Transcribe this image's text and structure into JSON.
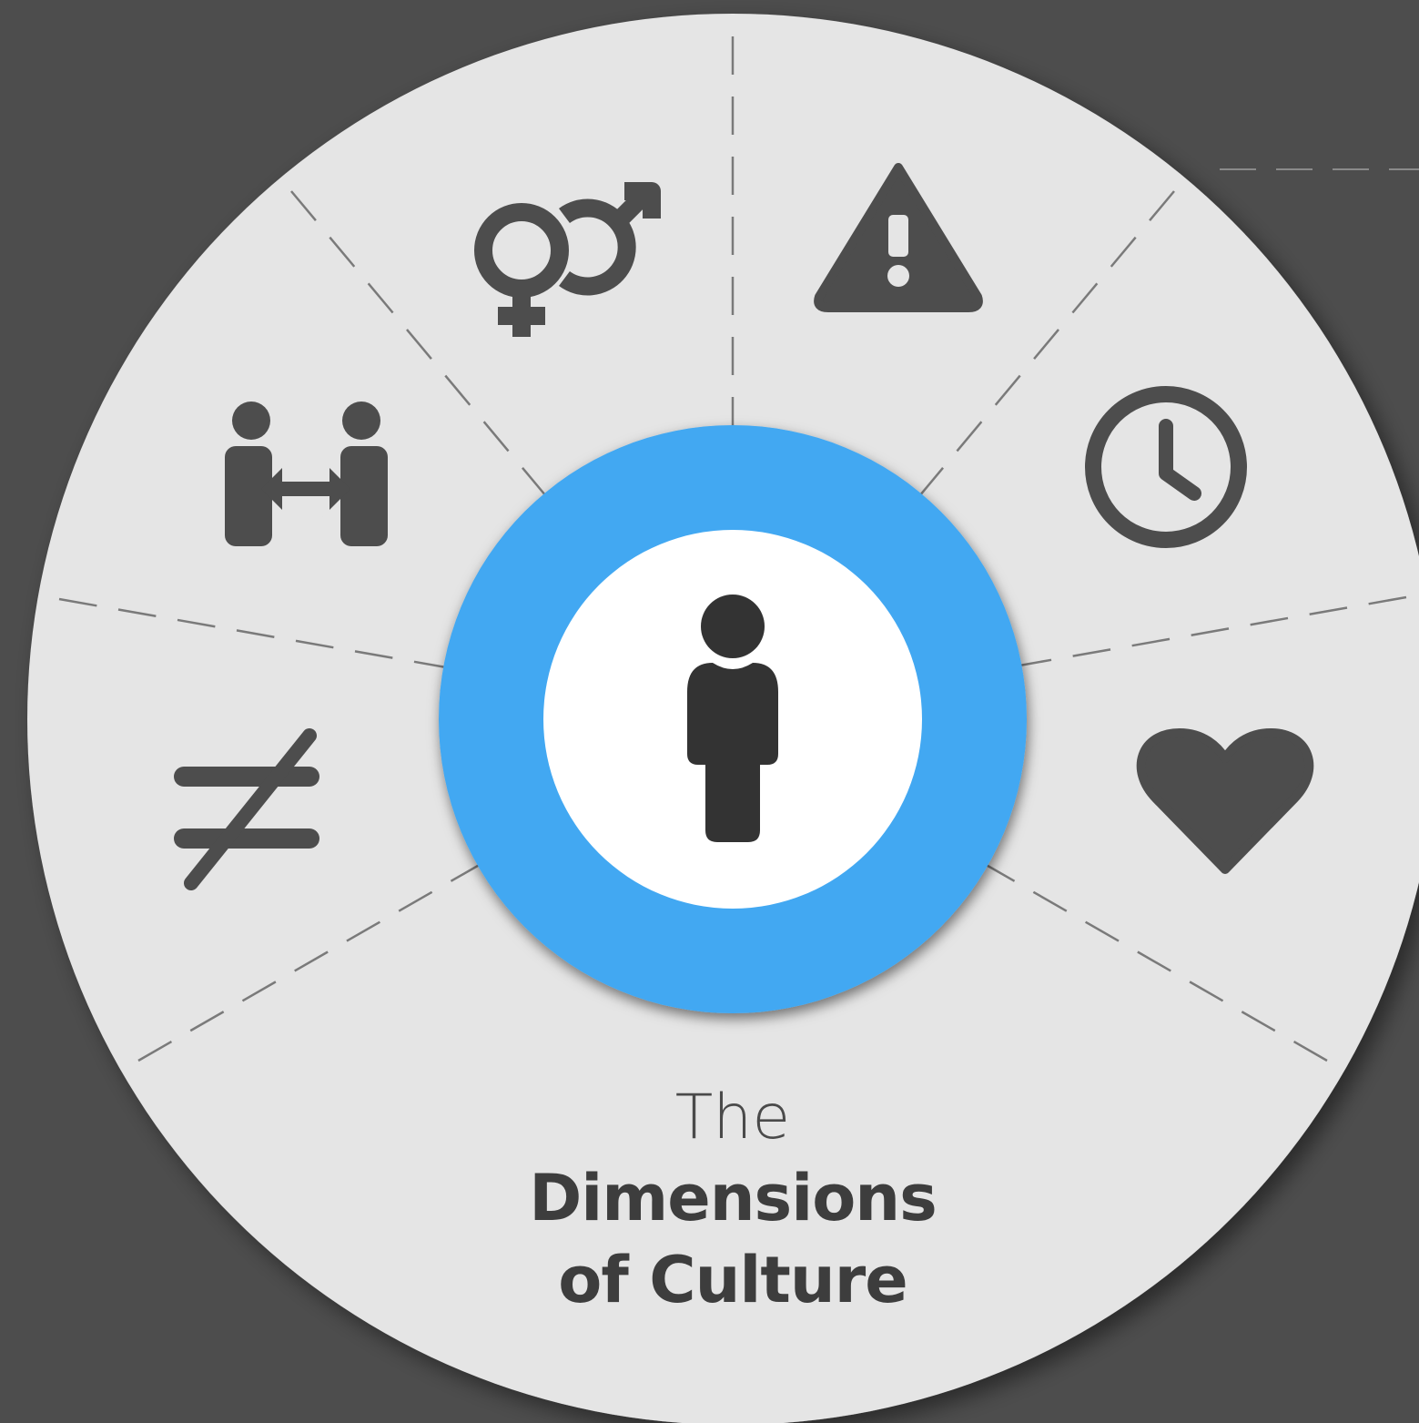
{
  "title": {
    "line1": "The",
    "line2": "Dimensions",
    "line3": "of Culture"
  },
  "colors": {
    "background": "#4d4d4d",
    "wheel": "#e5e5e5",
    "icon": "#4d4d4d",
    "center_ring": "#42a8f2",
    "center_fill": "#ffffff",
    "person": "#333333"
  },
  "icons": [
    "gender-symbol-icon",
    "warning-triangle-icon",
    "clock-icon",
    "heart-icon",
    "not-equal-icon",
    "personal-distance-icon",
    "person-icon"
  ]
}
